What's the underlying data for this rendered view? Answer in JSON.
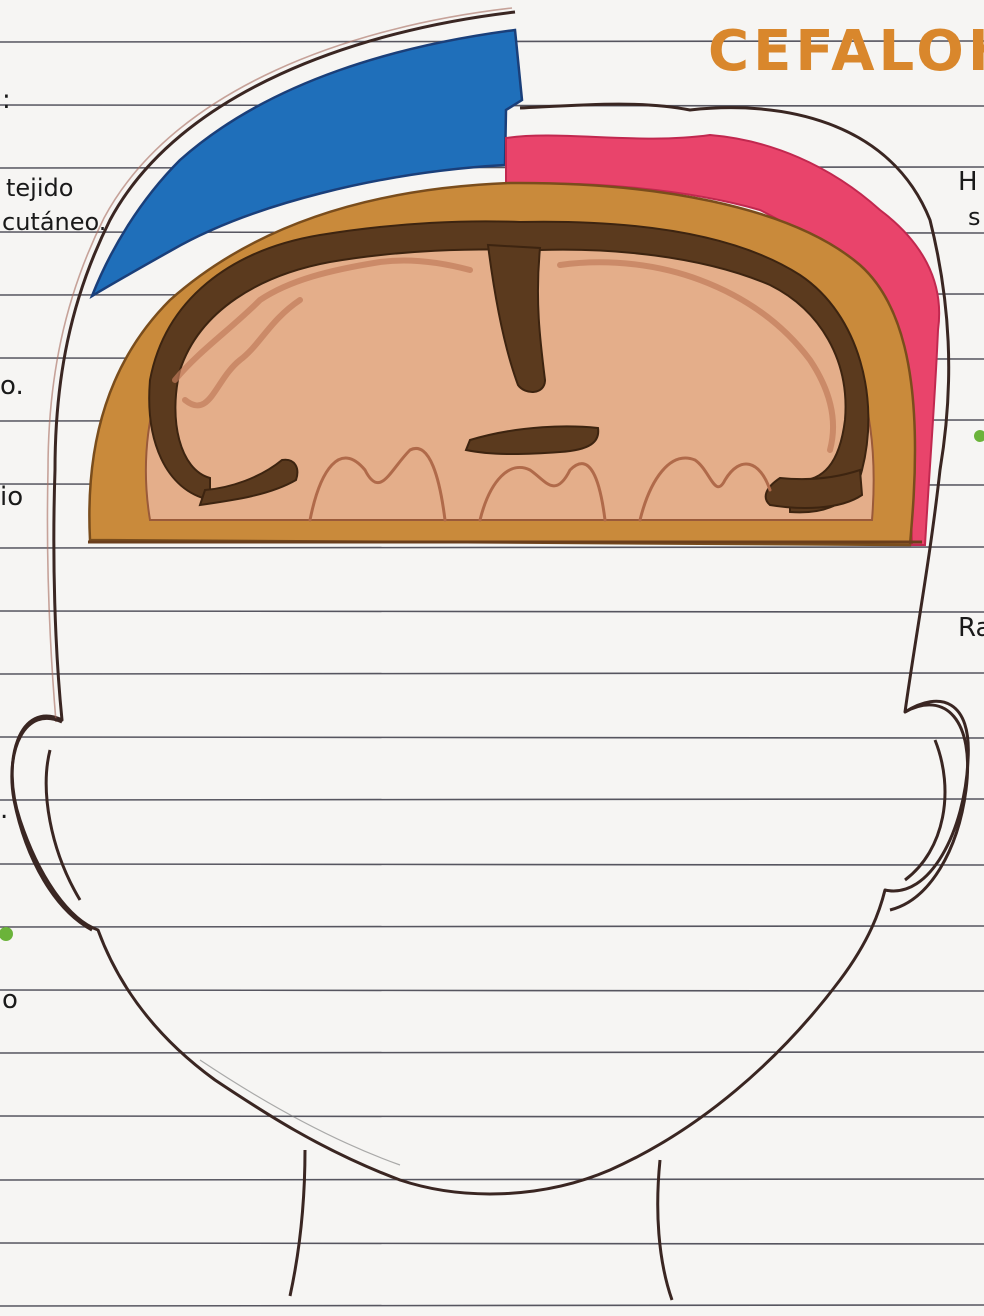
{
  "title": "CEFALOHE",
  "margin_labels_left": {
    "tejido": "tejido",
    "cutaneo": "cutáneo.",
    "frag_a": ":",
    "frag_b": "o.",
    "frag_c": "io",
    "frag_d": ".",
    "frag_e": "o"
  },
  "margin_labels_right": {
    "frag_h": "H",
    "frag_s": "s",
    "frag_ra": "Ra"
  },
  "colors": {
    "paper": "#f6f5f3",
    "ruled_line": "#3b3a46",
    "title": "#d9872c",
    "outline": "#3a2622",
    "scalp_blue": "#1f6fba",
    "pink_layer": "#e9446b",
    "skull_orange": "#c98a3b",
    "dura_dark": "#5b3a1e",
    "brain_tissue": "#e4ae8a",
    "bullet_green": "#6bb33a"
  },
  "icons": {
    "bullet": "green-dot-icon"
  }
}
